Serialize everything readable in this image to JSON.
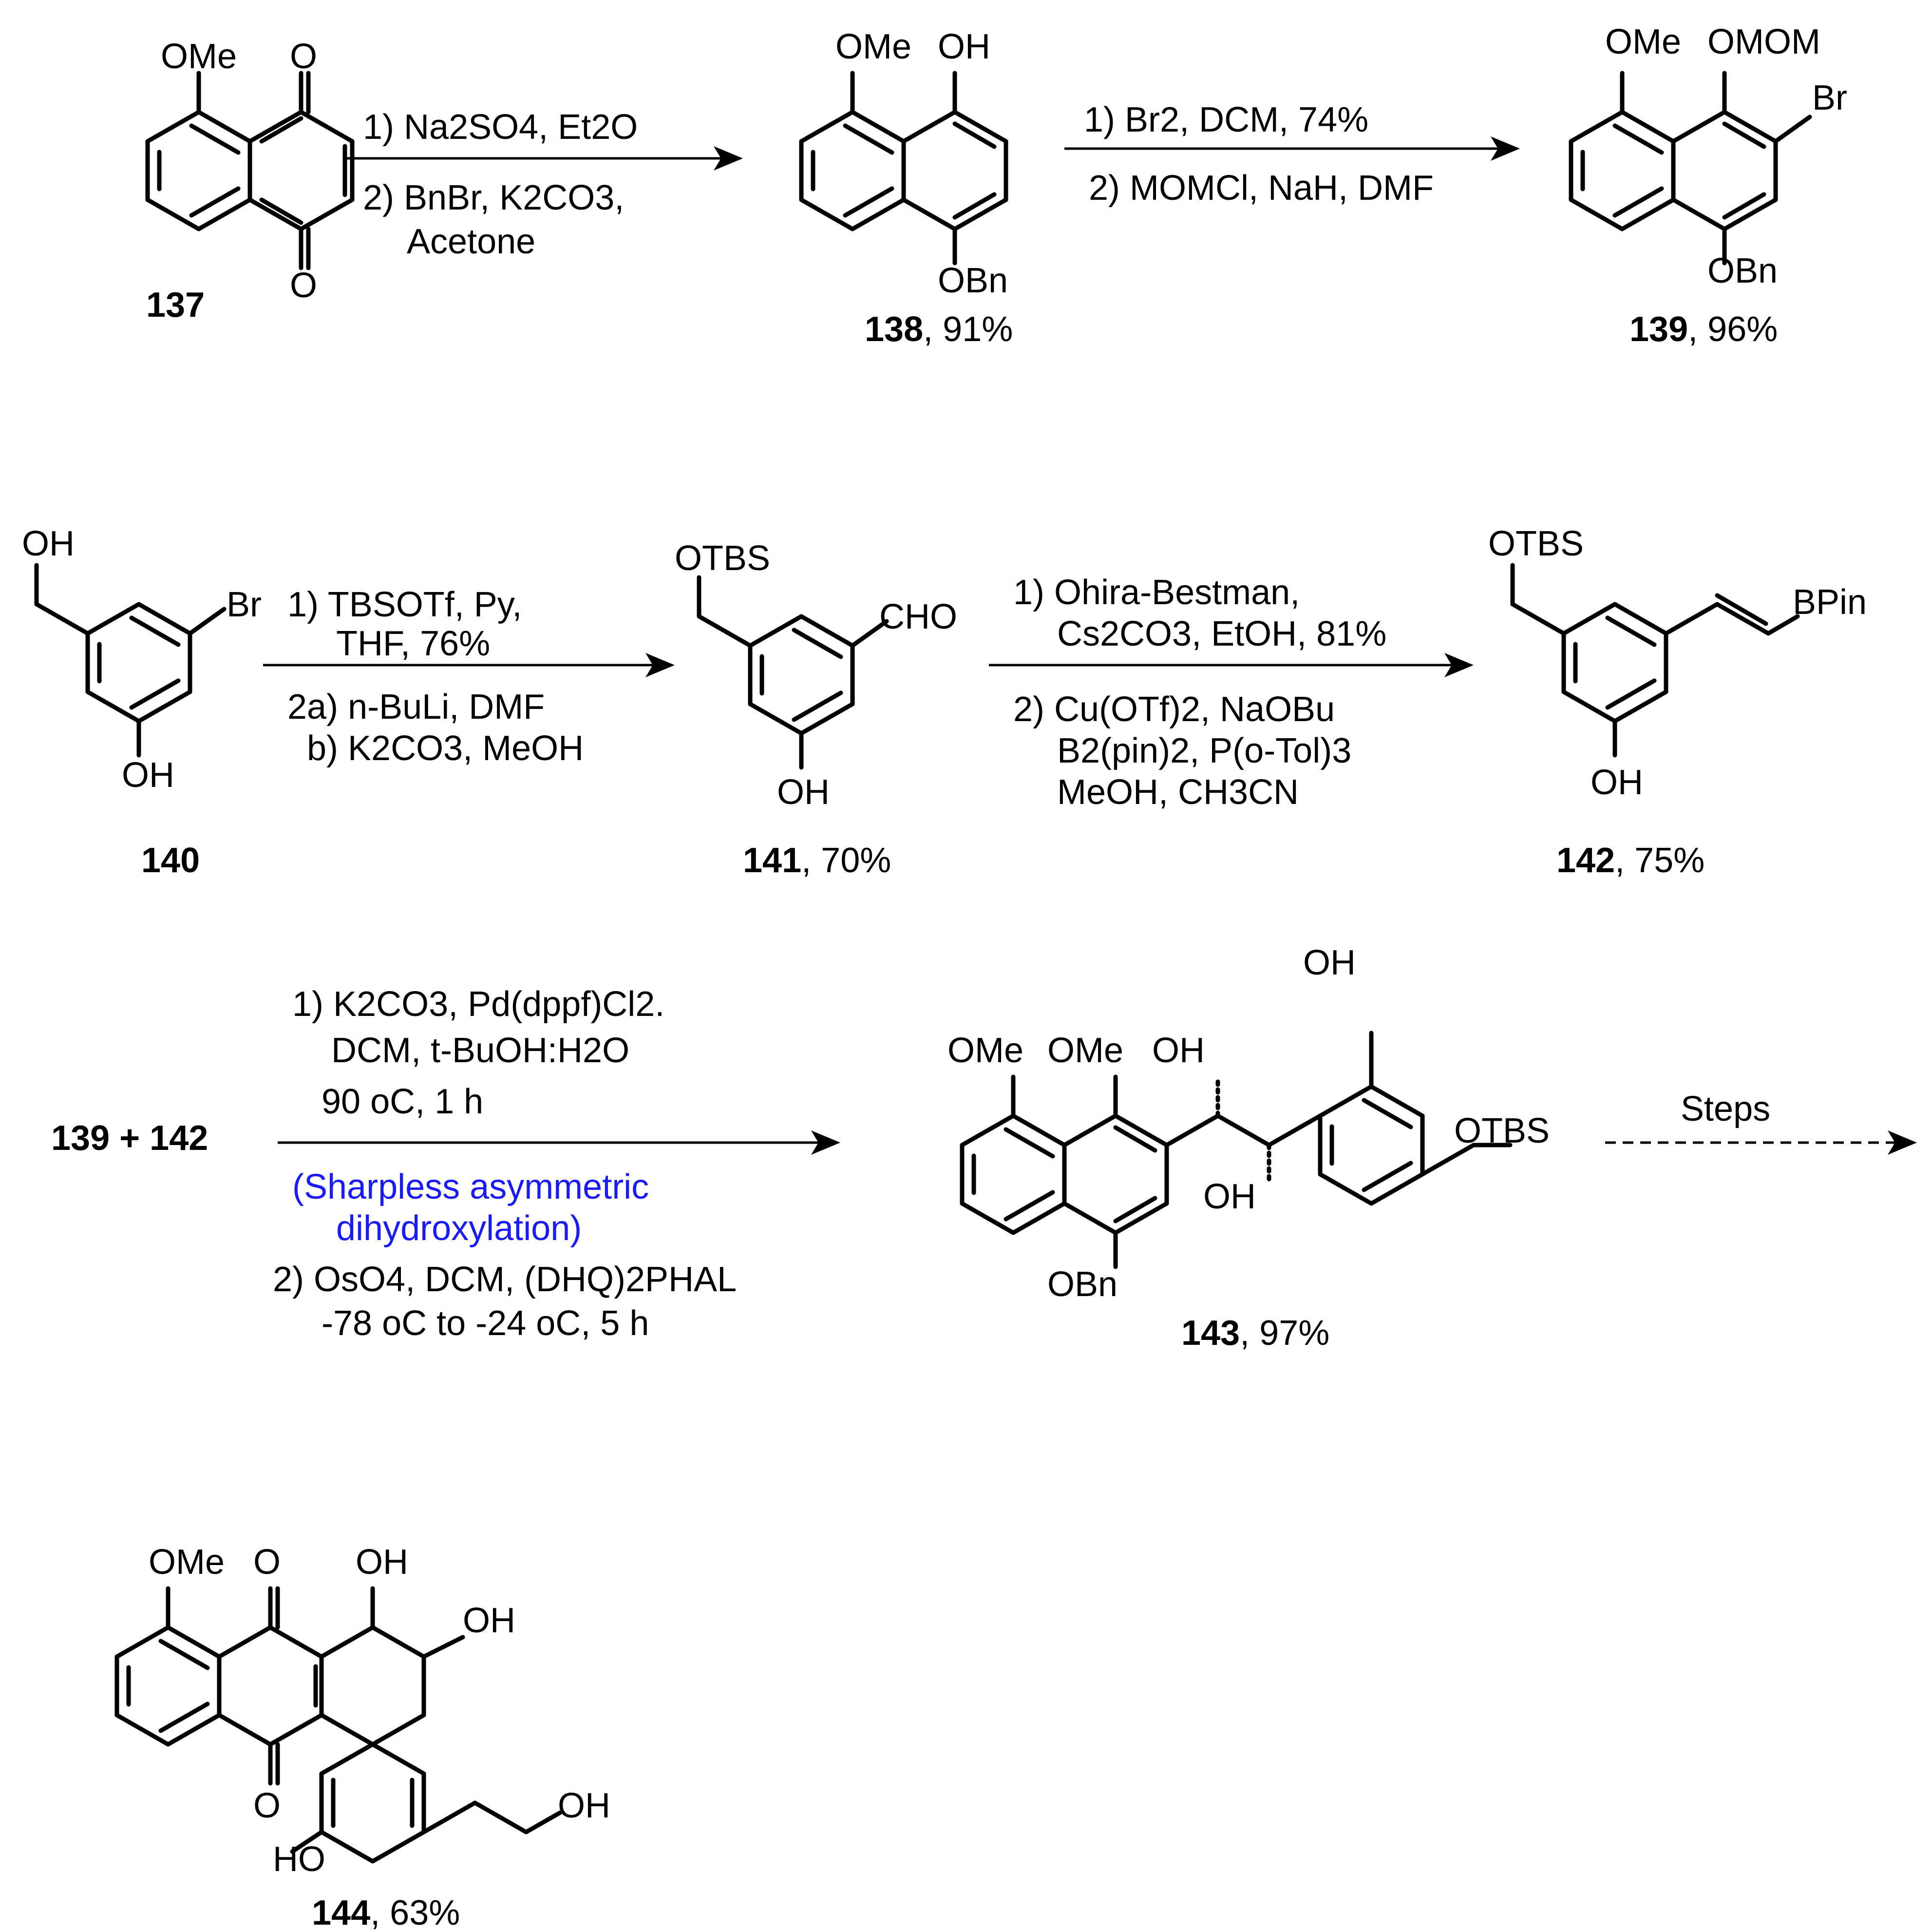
{
  "compounds": {
    "c137": {
      "label": "137",
      "yield": "",
      "atoms": {
        "ome": "OMe",
        "o_top": "O",
        "o_bottom": "O"
      }
    },
    "c138": {
      "label": "138",
      "yield": ", 91%",
      "atoms": {
        "ome": "OMe",
        "oh": "OH",
        "obn": "OBn"
      }
    },
    "c139": {
      "label": "139",
      "yield": ", 96%",
      "atoms": {
        "ome": "OMe",
        "omom": "OMOM",
        "br": "Br",
        "obn": "OBn"
      }
    },
    "c140": {
      "label": "140",
      "yield": "",
      "atoms": {
        "oh_top": "OH",
        "br": "Br",
        "oh_bottom": "OH"
      }
    },
    "c141": {
      "label": "141",
      "yield": ", 70%",
      "atoms": {
        "otbs": "OTBS",
        "cho": "CHO",
        "oh": "OH"
      }
    },
    "c142": {
      "label": "142",
      "yield": ", 75%",
      "atoms": {
        "otbs": "OTBS",
        "bpin": "BPin",
        "oh": "OH"
      }
    },
    "c143": {
      "label": "143",
      "yield": ", 97%",
      "atoms": {
        "ome1": "OMe",
        "ome2": "OMe",
        "oh1": "OH",
        "oh2": "OH",
        "oh3": "OH",
        "otbs": "OTBS",
        "obn": "OBn"
      }
    },
    "c144": {
      "label": "144",
      "yield": ", 63%",
      "atoms": {
        "ome": "OMe",
        "o_top": "O",
        "oh1": "OH",
        "oh2": "OH",
        "o_bottom": "O",
        "oh3": "HO",
        "oh4": "OH"
      }
    }
  },
  "reactions": {
    "r1": {
      "lines": [
        "1) Na2SO4, Et2O",
        "2) BnBr, K2CO3,",
        "Acetone"
      ]
    },
    "r2": {
      "lines": [
        "1) Br2, DCM, 74%",
        "2) MOMCl, NaH, DMF"
      ]
    },
    "r3": {
      "lines": [
        "1) TBSOTf, Py,",
        "THF, 76%",
        "2a) n-BuLi, DMF",
        "b) K2CO3, MeOH"
      ]
    },
    "r4": {
      "lines": [
        "1) Ohira-Bestman,",
        "Cs2CO3, EtOH, 81%",
        "2) Cu(OTf)2, NaOBu",
        "B2(pin)2, P(o-Tol)3",
        "MeOH, CH3CN"
      ]
    },
    "r5": {
      "reactants": "139 + 142",
      "lines": [
        "1) K2CO3, Pd(dppf)Cl2.",
        "DCM, t-BuOH:H2O",
        "90 oC, 1 h"
      ],
      "note": [
        "(Sharpless asymmetric",
        "dihydroxylation)"
      ],
      "lines2": [
        "2) OsO4, DCM, (DHQ)2PHAL",
        "-78 oC to -24 oC, 5 h"
      ]
    },
    "r6": {
      "label": "Steps"
    }
  },
  "colors": {
    "note": "#1a1aff"
  }
}
